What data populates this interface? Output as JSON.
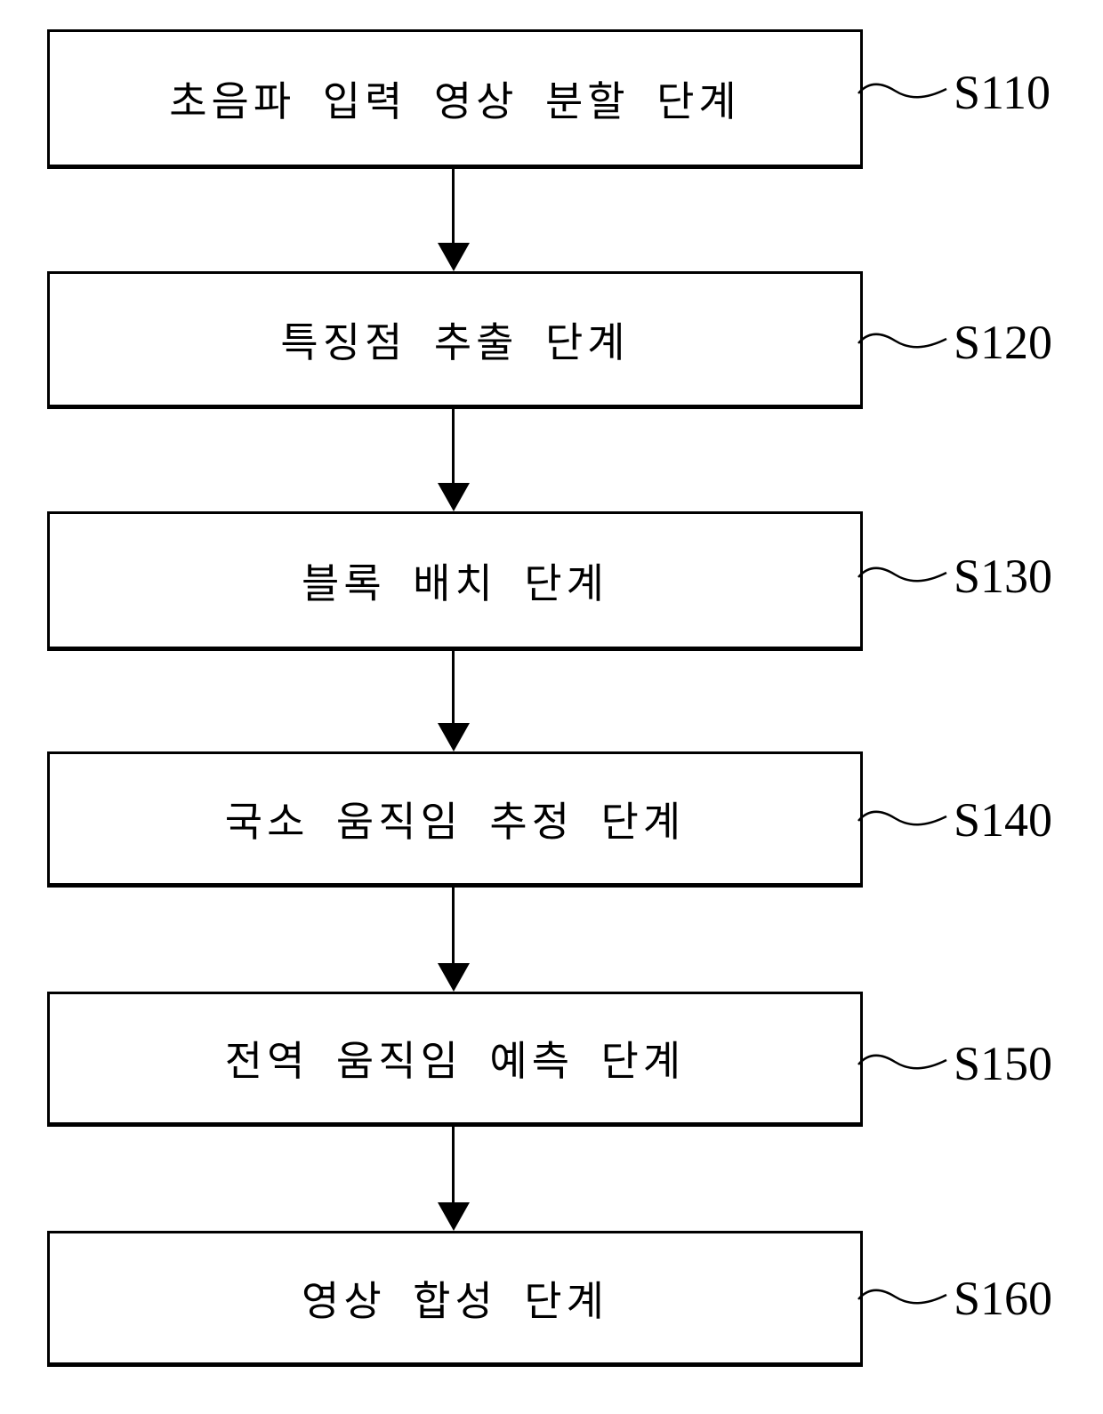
{
  "figure": {
    "type": "flowchart",
    "orientation": "vertical",
    "colors": {
      "line": "#000000",
      "background": "#ffffff"
    },
    "steps": [
      {
        "label": "초음파 입력 영상 분할 단계",
        "ref": "S110"
      },
      {
        "label": "특징점 추출 단계",
        "ref": "S120"
      },
      {
        "label": "블록 배치 단계",
        "ref": "S130"
      },
      {
        "label": "국소 움직임 추정 단계",
        "ref": "S140"
      },
      {
        "label": "전역 움직임 예측 단계",
        "ref": "S150"
      },
      {
        "label": "영상 합성 단계",
        "ref": "S160"
      }
    ]
  }
}
